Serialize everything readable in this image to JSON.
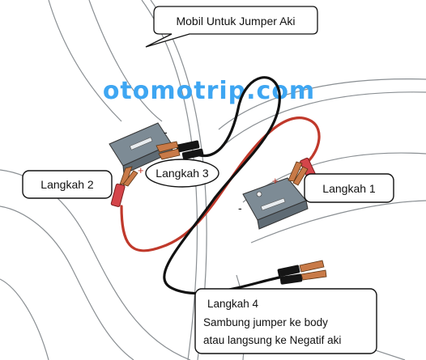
{
  "title_callout": "Mobil Untuk Jumper Aki",
  "watermark": "otomotrip.com",
  "steps": {
    "step1": "Langkah 1",
    "step2": "Langkah 2",
    "step3": "Langkah 3",
    "step4_title": "Langkah 4",
    "step4_line1": "Sambung jumper ke body",
    "step4_line2": "atau langsung ke Negatif aki"
  },
  "terminals": {
    "left_plus": "+",
    "left_minus": "-",
    "right_plus": "+",
    "right_minus": "-"
  },
  "colors": {
    "watermark": "#3ea6f2",
    "red_cable": "#c0392b",
    "red_sheath": "#d4454a",
    "black_cable": "#111111",
    "battery": "#7d8b95",
    "clamp": "#c87a48",
    "car_outline": "#8a8f93"
  }
}
